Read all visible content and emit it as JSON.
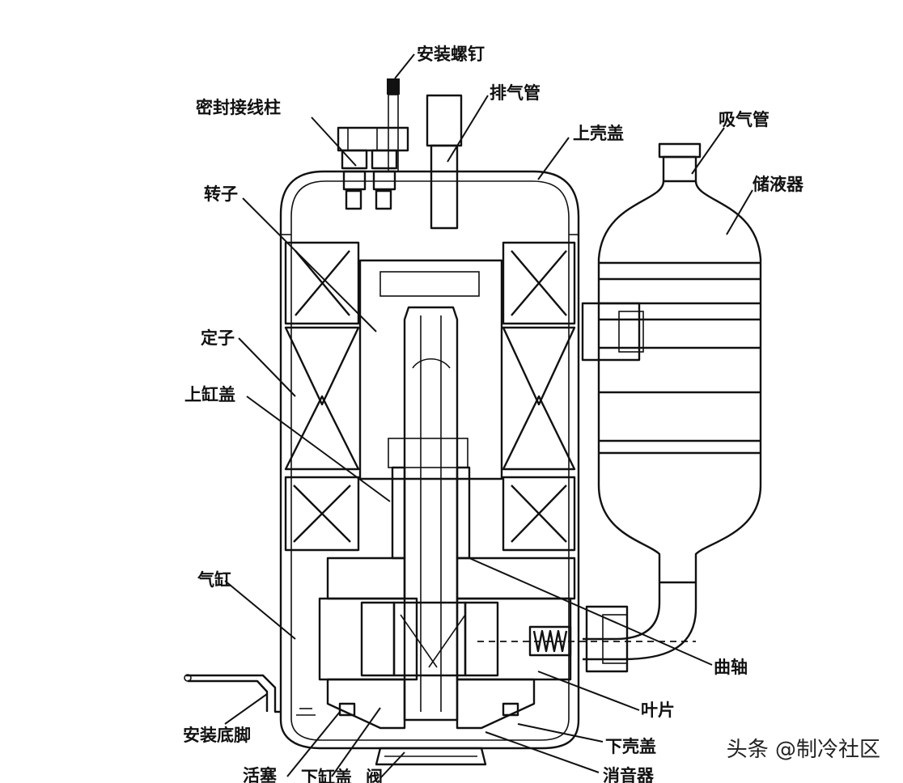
{
  "labels": {
    "mounting_screw": "安装螺钉",
    "sealed_terminal": "密封接线柱",
    "discharge_pipe": "排气管",
    "upper_shell_cover": "上壳盖",
    "suction_pipe": "吸气管",
    "rotor": "转子",
    "accumulator": "储液器",
    "stator": "定子",
    "upper_cylinder_cover": "上缸盖",
    "cylinder": "气缸",
    "crankshaft": "曲轴",
    "vane": "叶片",
    "mounting_foot": "安装底脚",
    "lower_shell_cover": "下壳盖",
    "muffler": "消音器",
    "piston": "活塞",
    "lower_cylinder_cover": "下缸盖",
    "valve": "阀"
  },
  "watermark": "头条 @制冷社区"
}
